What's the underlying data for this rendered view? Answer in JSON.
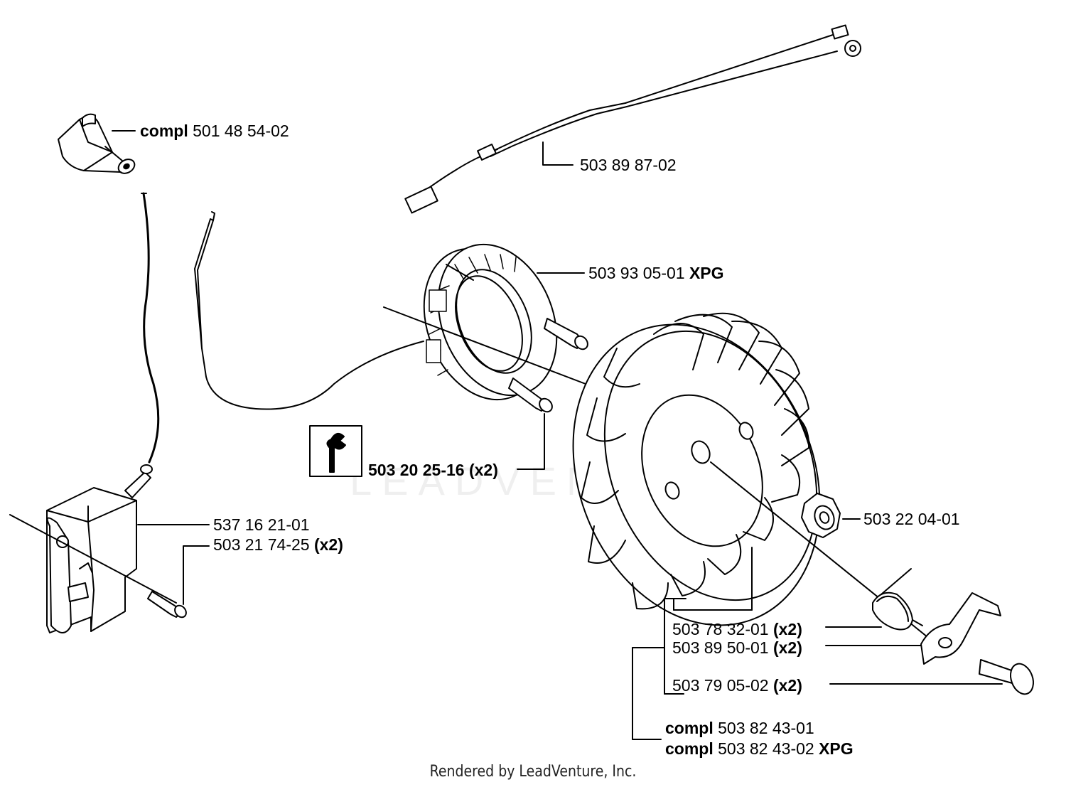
{
  "diagram": {
    "title": "",
    "labels": {
      "spark_cap": {
        "prefix": "compl",
        "part": "501 48 54-02",
        "suffix": ""
      },
      "wire_harness": {
        "prefix": "",
        "part": "503 89 87-02",
        "suffix": ""
      },
      "coil": {
        "prefix": "",
        "part": "503 93 05-01",
        "suffix": "XPG"
      },
      "coil_screw": {
        "prefix": "",
        "part": "503 20 25-16 (x2)",
        "suffix": ""
      },
      "module": {
        "prefix": "",
        "part": "537 16 21-01",
        "suffix": ""
      },
      "module_screw": {
        "prefix": "",
        "part": "503 21 74-25",
        "suffix": "(x2)"
      },
      "nut": {
        "prefix": "",
        "part": "503 22 04-01",
        "suffix": ""
      },
      "spring": {
        "prefix": "",
        "part": "503 78 32-01",
        "suffix": "(x2)"
      },
      "pawl": {
        "prefix": "",
        "part": "503 89 50-01",
        "suffix": "(x2)"
      },
      "pin": {
        "prefix": "",
        "part": "503 79 05-02",
        "suffix": "(x2)"
      },
      "flywheel_1": {
        "prefix": "compl",
        "part": "503 82 43-01",
        "suffix": ""
      },
      "flywheel_2": {
        "prefix": "compl",
        "part": "503 82 43-02",
        "suffix": "XPG"
      }
    },
    "footer": "Rendered by LeadVenture, Inc.",
    "watermark": "LEADVENTURE"
  }
}
